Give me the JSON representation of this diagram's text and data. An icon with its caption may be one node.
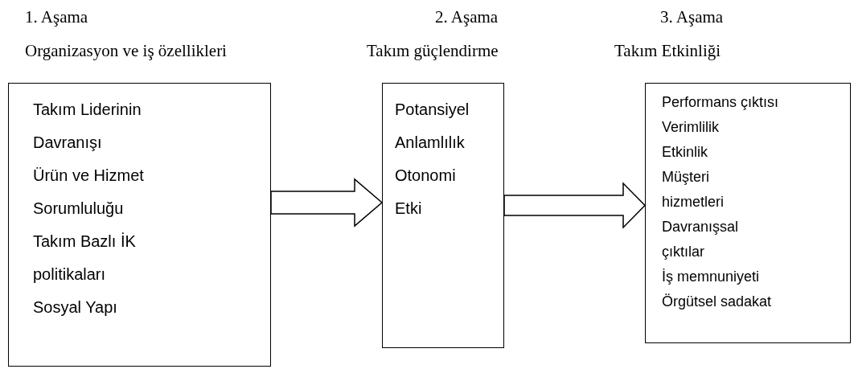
{
  "diagram": {
    "nodes": [
      {
        "text": [
          "1. Aşama",
          "Organizasyon ve iş özellikleri",
          "Takım Liderinin Davranışı",
          "Ürün ve Hizmet Sorumluluğu",
          "Takım Bazlı İK politikaları",
          "Sosyal Yapı"
        ]
      },
      {
        "text": [
          "2. Aşama",
          "Takım güçlendirme",
          "Potansiyel",
          "Anlamlılık",
          "Otonomi",
          "Etki"
        ]
      },
      {
        "text": [
          "3. Aşama",
          "Takım Etkinliği",
          "Performans çıktısı",
          "Verimlilik",
          "Etkinlik",
          "Müşteri hizmetleri",
          "Davranışsal çıktılar",
          "İş memnuniyeti",
          "Örgütsel sadakat"
        ]
      }
    ],
    "edges": [
      {
        "from": 0,
        "to": 1,
        "arrow": "to"
      },
      {
        "from": 1,
        "to": 2,
        "arrow": "to"
      }
    ]
  }
}
